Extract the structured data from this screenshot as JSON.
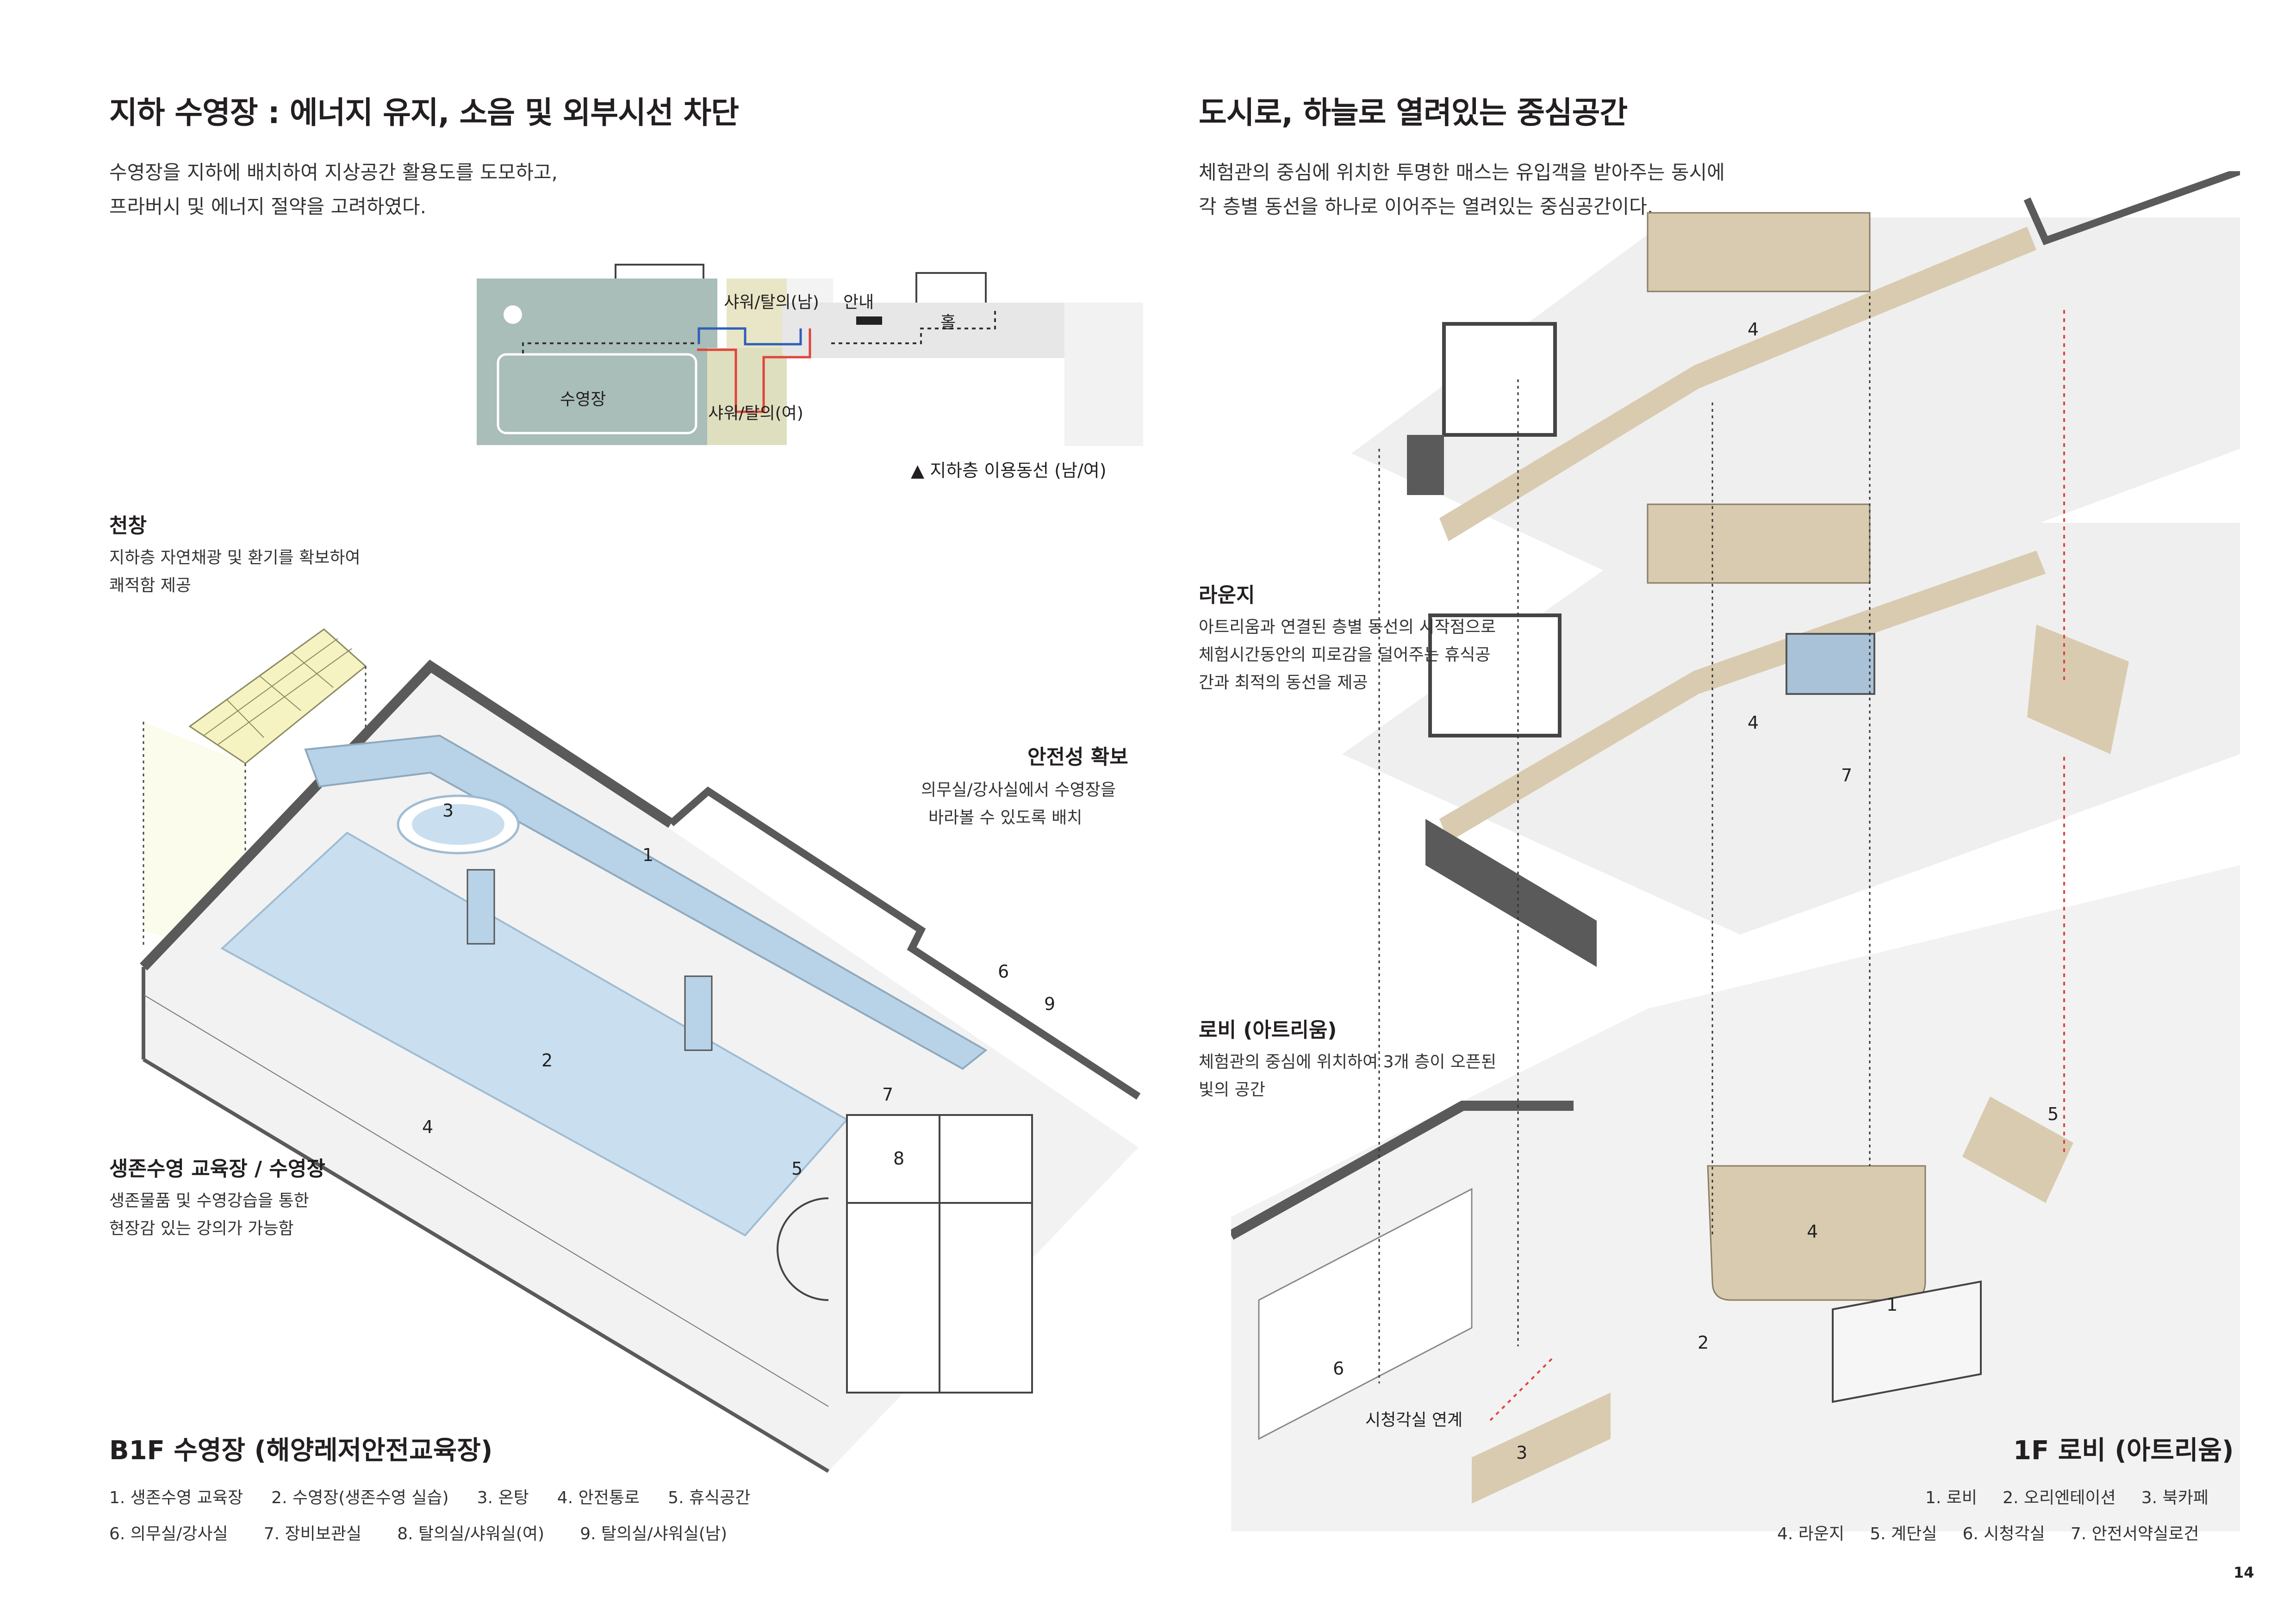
{
  "left": {
    "title": "지하 수영장 : 에너지 유지, 소음 및 외부시선 차단",
    "lead": [
      "수영장을 지하에 배치하여 지상공간 활용도를 도모하고,",
      "프라버시 및 에너지 절약을 고려하였다."
    ],
    "diagram": {
      "caption": "▲ 지하층 이용동선 (남/여)",
      "labels": {
        "pool": "수영장",
        "shower_m": "샤워/탈의(남)",
        "shower_f": "샤워/탈의(여)",
        "info": "안내",
        "hall": "홀"
      }
    },
    "skylight": {
      "title": "천창",
      "desc": [
        "지하층 자연채광 및 환기를 확보하여",
        "쾌적함 제공"
      ]
    },
    "safety": {
      "title": "안전성 확보",
      "desc": [
        "의무실/강사실에서 수영장을",
        "바라볼 수 있도록 배치"
      ]
    },
    "survival": {
      "title": "생존수영 교육장 / 수영장",
      "desc": [
        "생존물품 및 수영강습을 통한",
        "현장감 있는 강의가 가능함"
      ]
    },
    "numbers": [
      "1",
      "2",
      "3",
      "4",
      "5",
      "6",
      "7",
      "8",
      "9"
    ],
    "plan_title": "B1F 수영장 (해양레저안전교육장)",
    "legend_rows": [
      [
        "1. 생존수영 교육장",
        "2. 수영장(생존수영 실습)",
        "3. 온탕",
        "4. 안전통로",
        "5. 휴식공간"
      ],
      [
        "6. 의무실/강사실",
        "7. 장비보관실",
        "8. 탈의실/샤워실(여)",
        "9. 탈의실/샤워실(남)"
      ]
    ]
  },
  "right": {
    "title": "도시로, 하늘로 열려있는 중심공간",
    "lead": [
      "체험관의 중심에 위치한 투명한 매스는 유입객을 받아주는 동시에",
      "각 층별 동선을 하나로 이어주는 열려있는 중심공간이다."
    ],
    "lounge": {
      "title": "라운지",
      "desc": [
        "아트리움과 연결된 층별 동선의 시작점으로",
        "체험시간동안의 피로감을 덜어주는 휴식공",
        "간과 최적의 동선을 제공"
      ]
    },
    "lobby": {
      "title": "로비 (아트리움)",
      "desc": [
        "체험관의 중심에 위치하여 3개 층이 오픈된",
        "빛의 공간"
      ]
    },
    "link_label": "시청각실 연계",
    "numbers": {
      "n1": "1",
      "n2": "2",
      "n3": "3",
      "n4": "4",
      "n5": "5",
      "n6": "6",
      "n7": "7"
    },
    "plan_title": "1F 로비 (아트리움)",
    "legend_rows": [
      [
        "1. 로비",
        "2. 오리엔테이션",
        "3. 북카페"
      ],
      [
        "4. 라운지",
        "5. 계단실",
        "6. 시청각실",
        "7. 안전서약실로건"
      ]
    ]
  },
  "page_number": "14",
  "colors": {
    "pool": "#c9dff0",
    "wood": "#d9cbb0",
    "wall": "#5a5a5a",
    "skylight": "#f5f3c2",
    "teal_box": "#a9bdb9",
    "arrow_red": "#e0443a",
    "arrow_blue": "#2f5fb8"
  }
}
